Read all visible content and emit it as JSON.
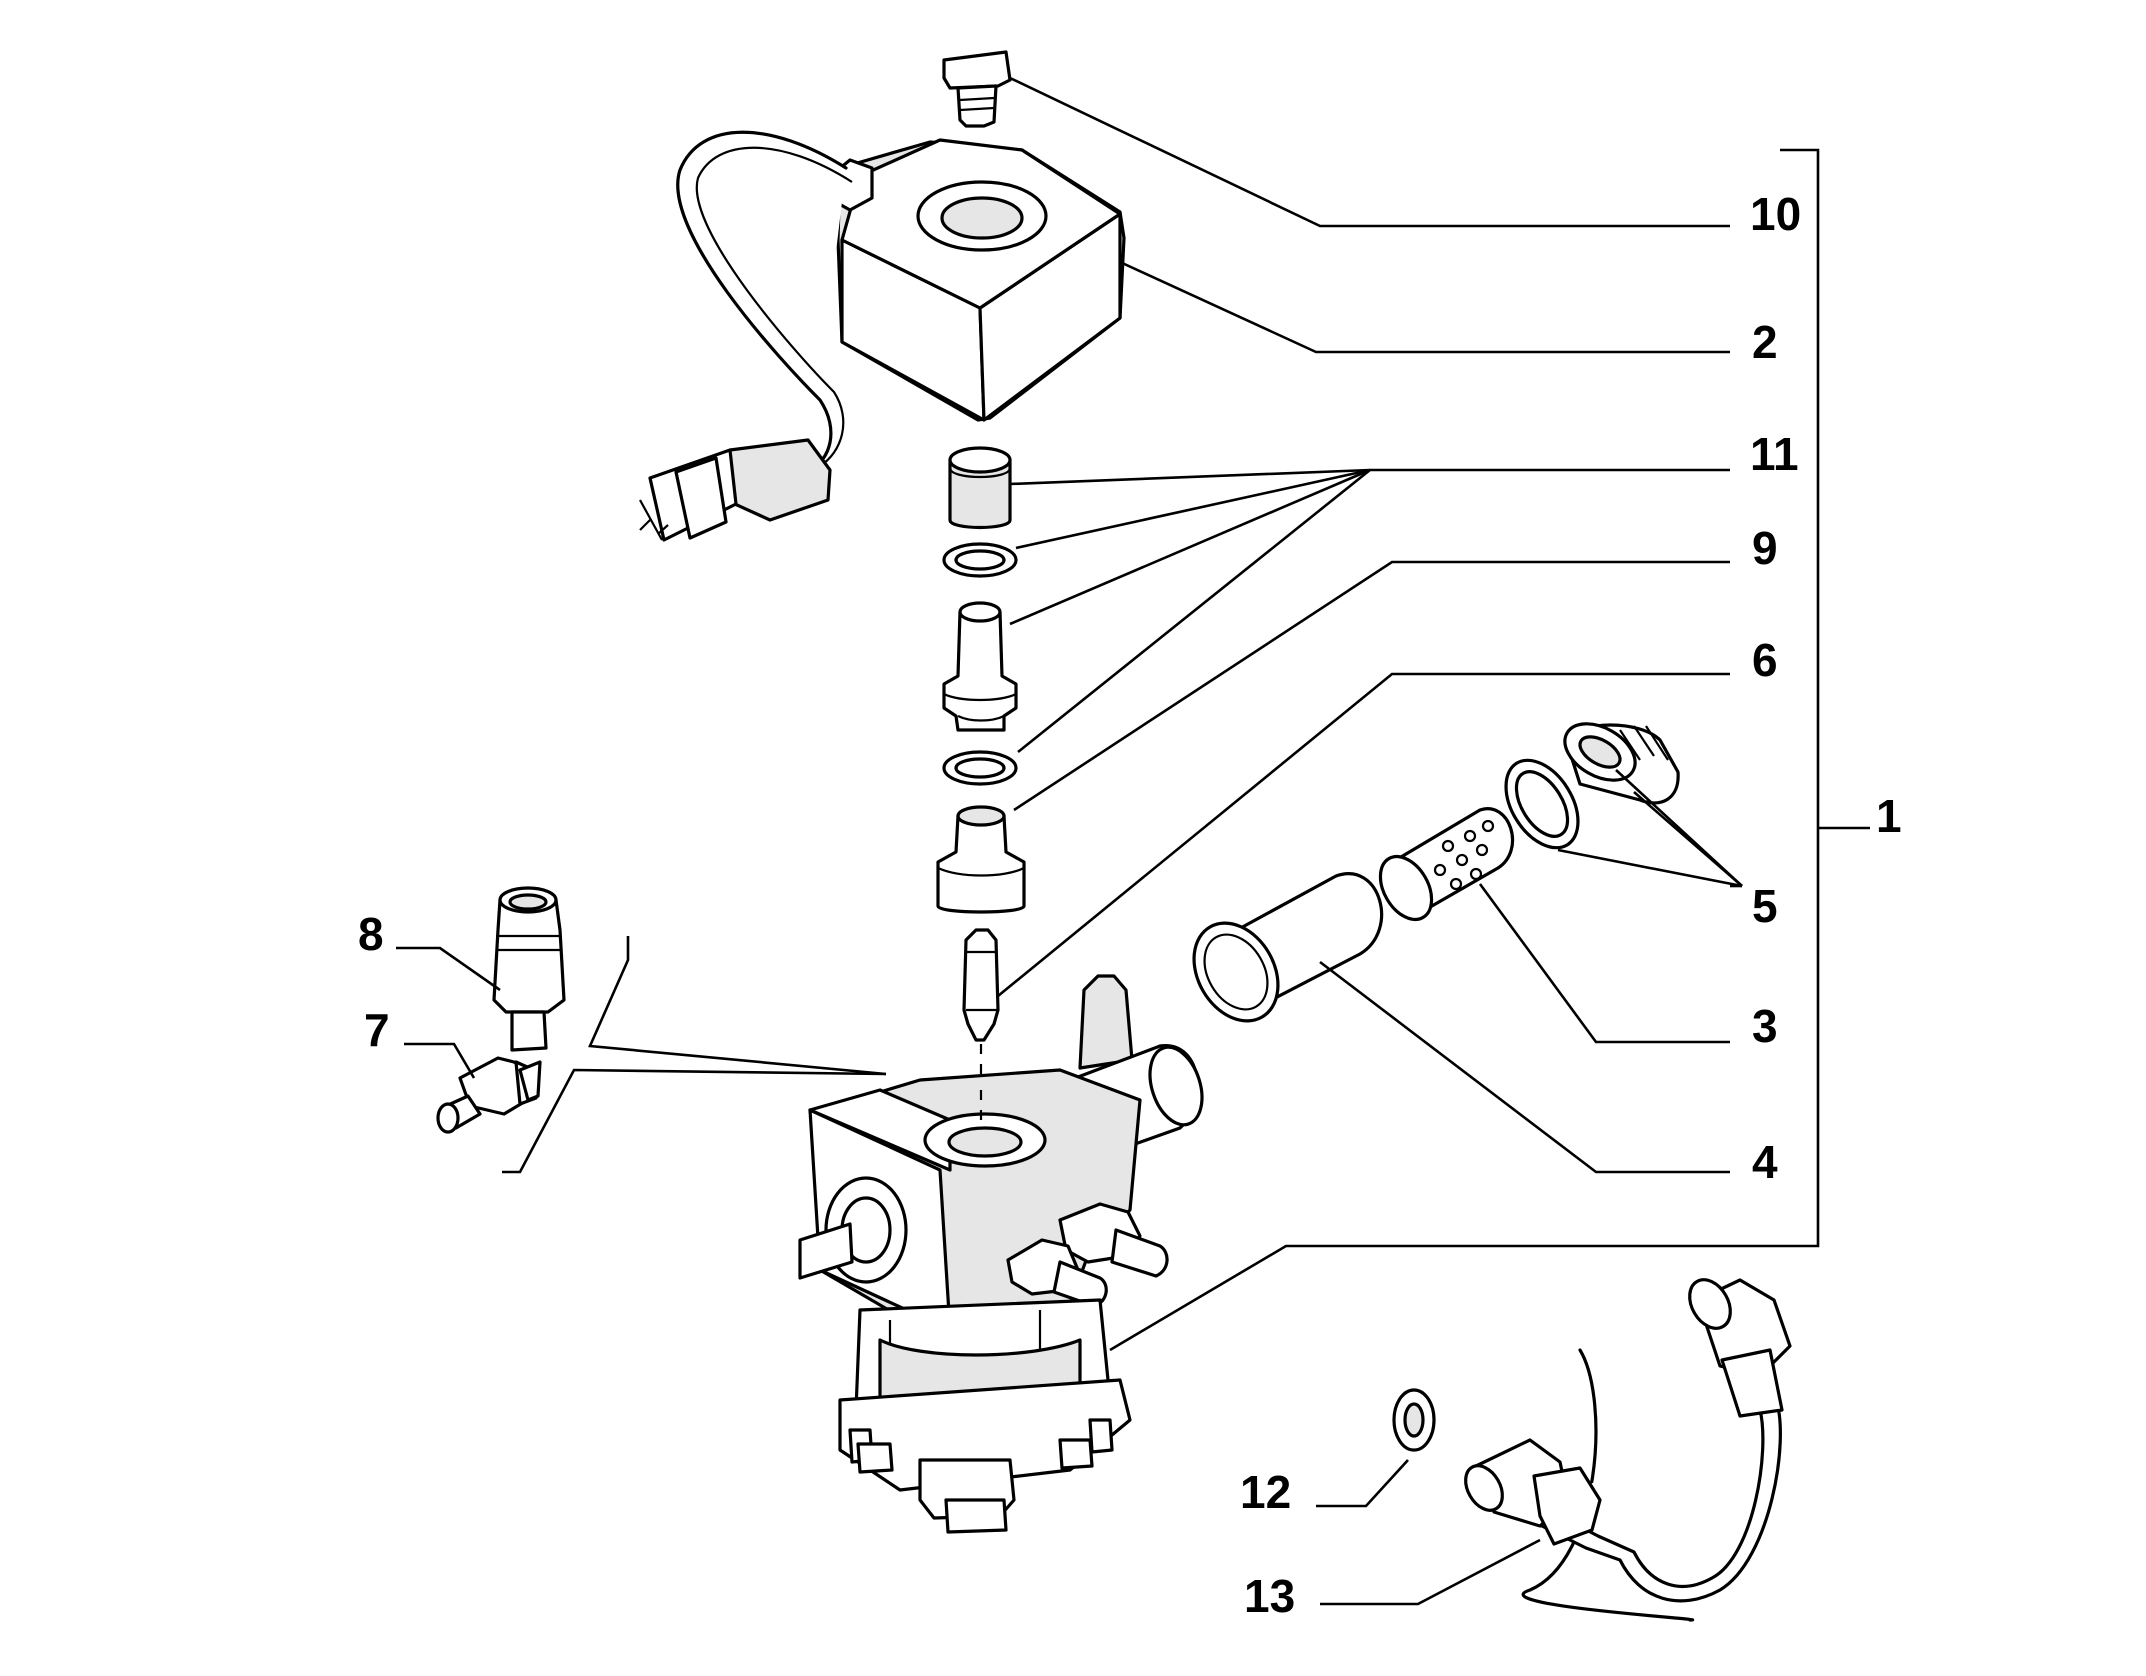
{
  "diagram": {
    "callouts": [
      {
        "id": "10",
        "text": "10"
      },
      {
        "id": "2",
        "text": "2"
      },
      {
        "id": "11",
        "text": "11"
      },
      {
        "id": "9",
        "text": "9"
      },
      {
        "id": "6",
        "text": "6"
      },
      {
        "id": "1",
        "text": "1"
      },
      {
        "id": "5",
        "text": "5"
      },
      {
        "id": "3",
        "text": "3"
      },
      {
        "id": "4",
        "text": "4"
      },
      {
        "id": "8",
        "text": "8"
      },
      {
        "id": "7",
        "text": "7"
      },
      {
        "id": "12",
        "text": "12"
      },
      {
        "id": "13",
        "text": "13"
      }
    ]
  }
}
